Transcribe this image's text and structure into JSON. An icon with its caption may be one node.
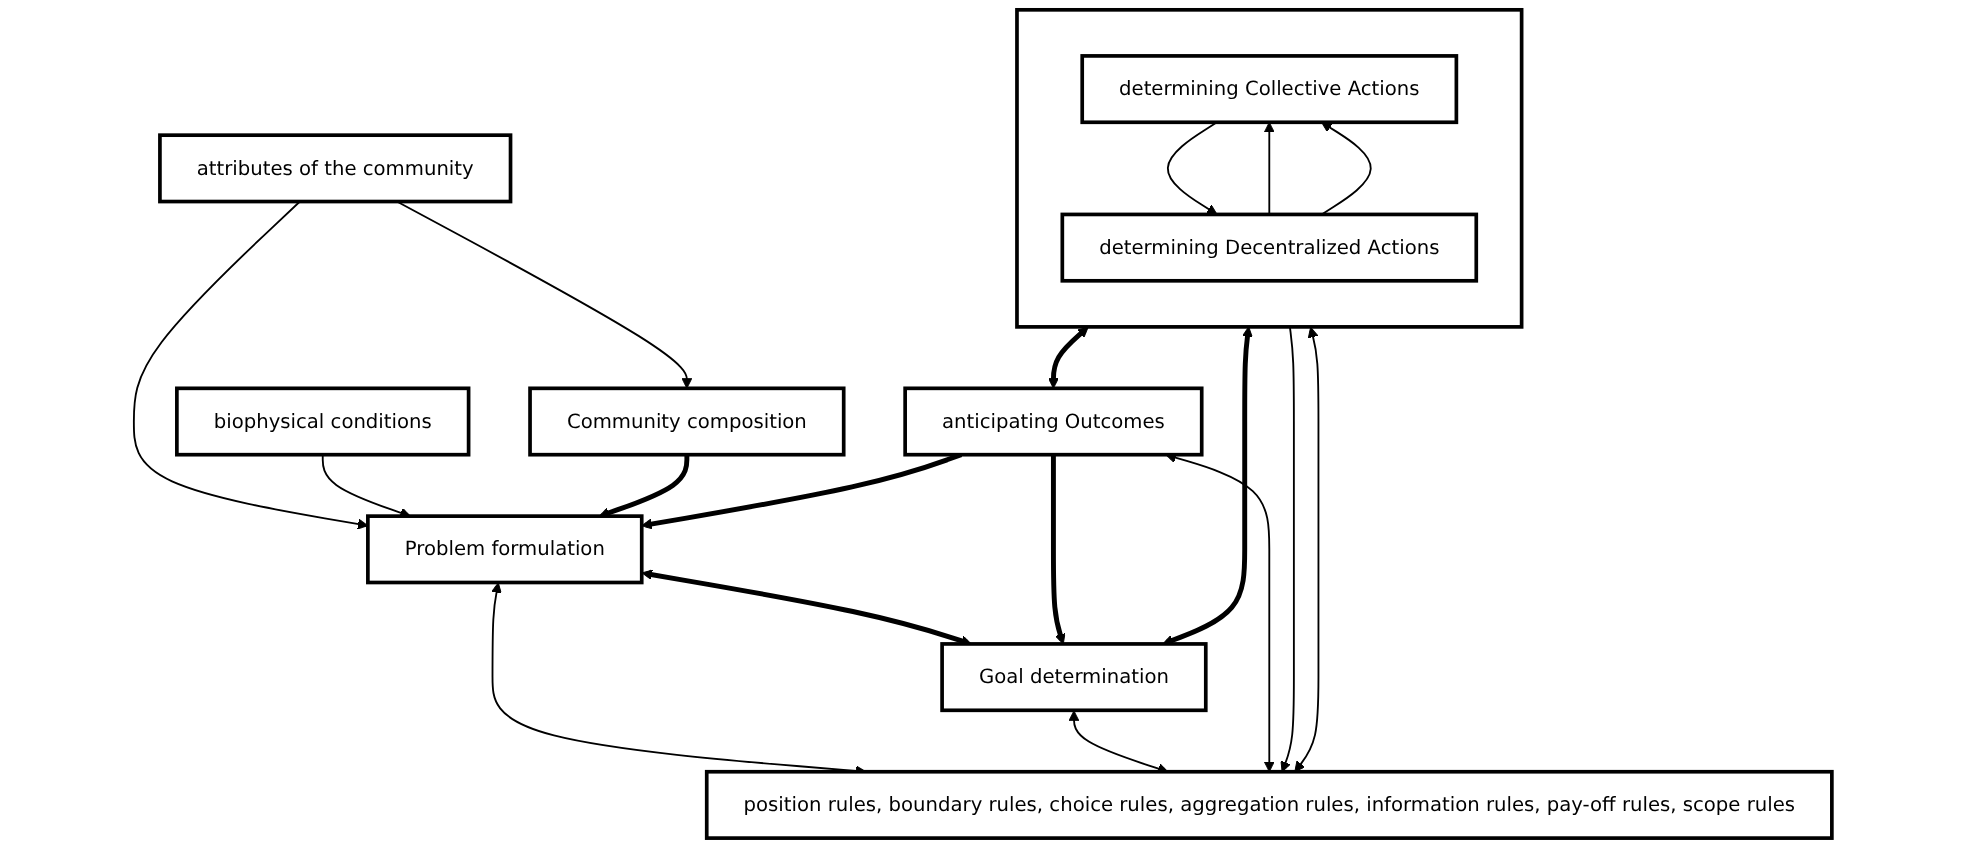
{
  "diagram": {
    "nodes": [
      {
        "text": [
          "attributes of the community"
        ]
      },
      {
        "text": [
          "biophysical conditions"
        ]
      },
      {
        "text": [
          "Community composition"
        ]
      },
      {
        "text": [
          "Problem formulation"
        ]
      },
      {
        "text": [
          "Goal determination"
        ]
      },
      {
        "text": [],
        "shape": "box"
      },
      {
        "text": [
          "determining Collective Actions"
        ],
        "in": 5
      },
      {
        "text": [
          "determining Decentralized Actions"
        ],
        "in": 5
      },
      {
        "text": [
          "anticipating Outcomes"
        ]
      },
      {
        "text": [
          "position rules, boundary rules, choice rules, aggregation rules, information rules, pay-off rules, scope rules"
        ]
      }
    ],
    "edges": [
      {
        "from": 0,
        "to": 2,
        "arrow": "to"
      },
      {
        "from": 0,
        "to": 3,
        "arrow": "to"
      },
      {
        "from": 1,
        "to": 3,
        "arrow": "to"
      },
      {
        "from": 2,
        "to": 3,
        "arrow": "to",
        "style": "thick"
      },
      {
        "from": 3,
        "to": 4,
        "arrow": "both",
        "style": "thick"
      },
      {
        "from": 4,
        "to": 5,
        "arrow": "both",
        "style": "thick"
      },
      {
        "from": 5,
        "to": 8,
        "arrow": "both",
        "style": "thick"
      },
      {
        "from": 8,
        "to": 3,
        "arrow": "to",
        "style": "thick"
      },
      {
        "from": 8,
        "to": 4,
        "arrow": "to",
        "style": "thick"
      },
      {
        "from": 7,
        "to": 6,
        "arrow": "to"
      },
      {
        "from": 6,
        "to": 7,
        "arrow": "to"
      },
      {
        "from": 7,
        "to": 6,
        "arrow": "to"
      },
      {
        "from": 3,
        "to": 9,
        "arrow": "both"
      },
      {
        "from": 4,
        "to": 9,
        "arrow": "both"
      },
      {
        "from": 5,
        "to": 9,
        "arrow": "to"
      },
      {
        "from": 5,
        "to": 9,
        "arrow": "both"
      },
      {
        "from": 8,
        "to": 9,
        "arrow": "both"
      }
    ]
  }
}
